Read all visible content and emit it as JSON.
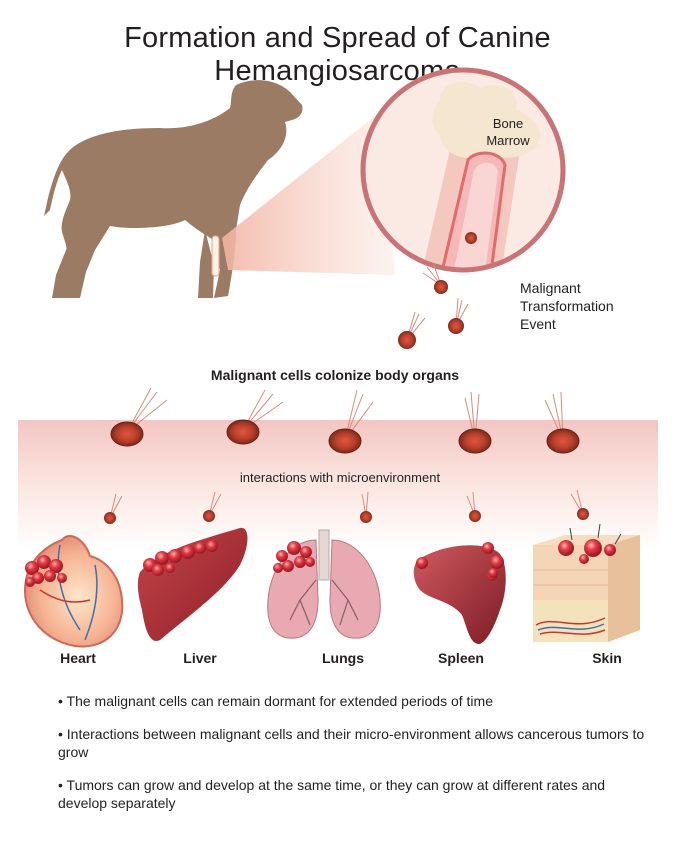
{
  "title": "Formation and Spread of Canine Hemangiosarcoma",
  "labels": {
    "bone_marrow": "Bone\nMarrow",
    "malignant_event": "Malignant\nTransformation\nEvent",
    "colonize": "Malignant cells colonize body organs",
    "interactions": "interactions with microenvironment"
  },
  "organs": [
    {
      "name": "Heart"
    },
    {
      "name": "Liver"
    },
    {
      "name": "Lungs"
    },
    {
      "name": "Spleen"
    },
    {
      "name": "Skin"
    }
  ],
  "bullets": [
    "• The malignant cells can remain dormant for extended periods of time",
    "• Interactions between malignant cells and their micro-environment allows cancerous tumors to grow",
    "• Tumors can grow and develop at the same time, or they can grow at different rates and develop separately"
  ],
  "colors": {
    "dog": "#9c7b64",
    "circle_border": "#c87476",
    "cell": "#a53a26",
    "band": "#f6d6cf",
    "tumor": "#d9343c"
  }
}
